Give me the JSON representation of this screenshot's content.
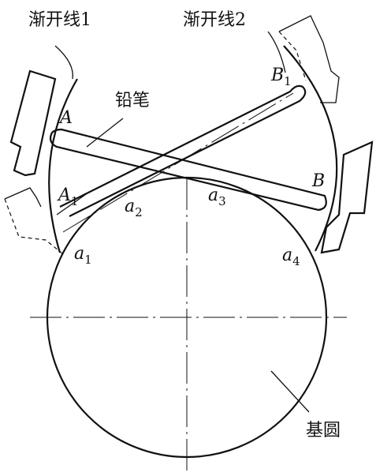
{
  "labels": {
    "involute1": "渐开线1",
    "involute2": "渐开线2",
    "pencil": "铅笔",
    "base_circle": "基圆",
    "point_A": "A",
    "point_B": "B",
    "point_A1": "A",
    "point_A1_sub": "1",
    "point_B1": "B",
    "point_B1_sub": "1",
    "a1": "a",
    "a1_sub": "1",
    "a2": "a",
    "a2_sub": "2",
    "a3": "a",
    "a3_sub": "3",
    "a4": "a",
    "a4_sub": "4"
  }
}
